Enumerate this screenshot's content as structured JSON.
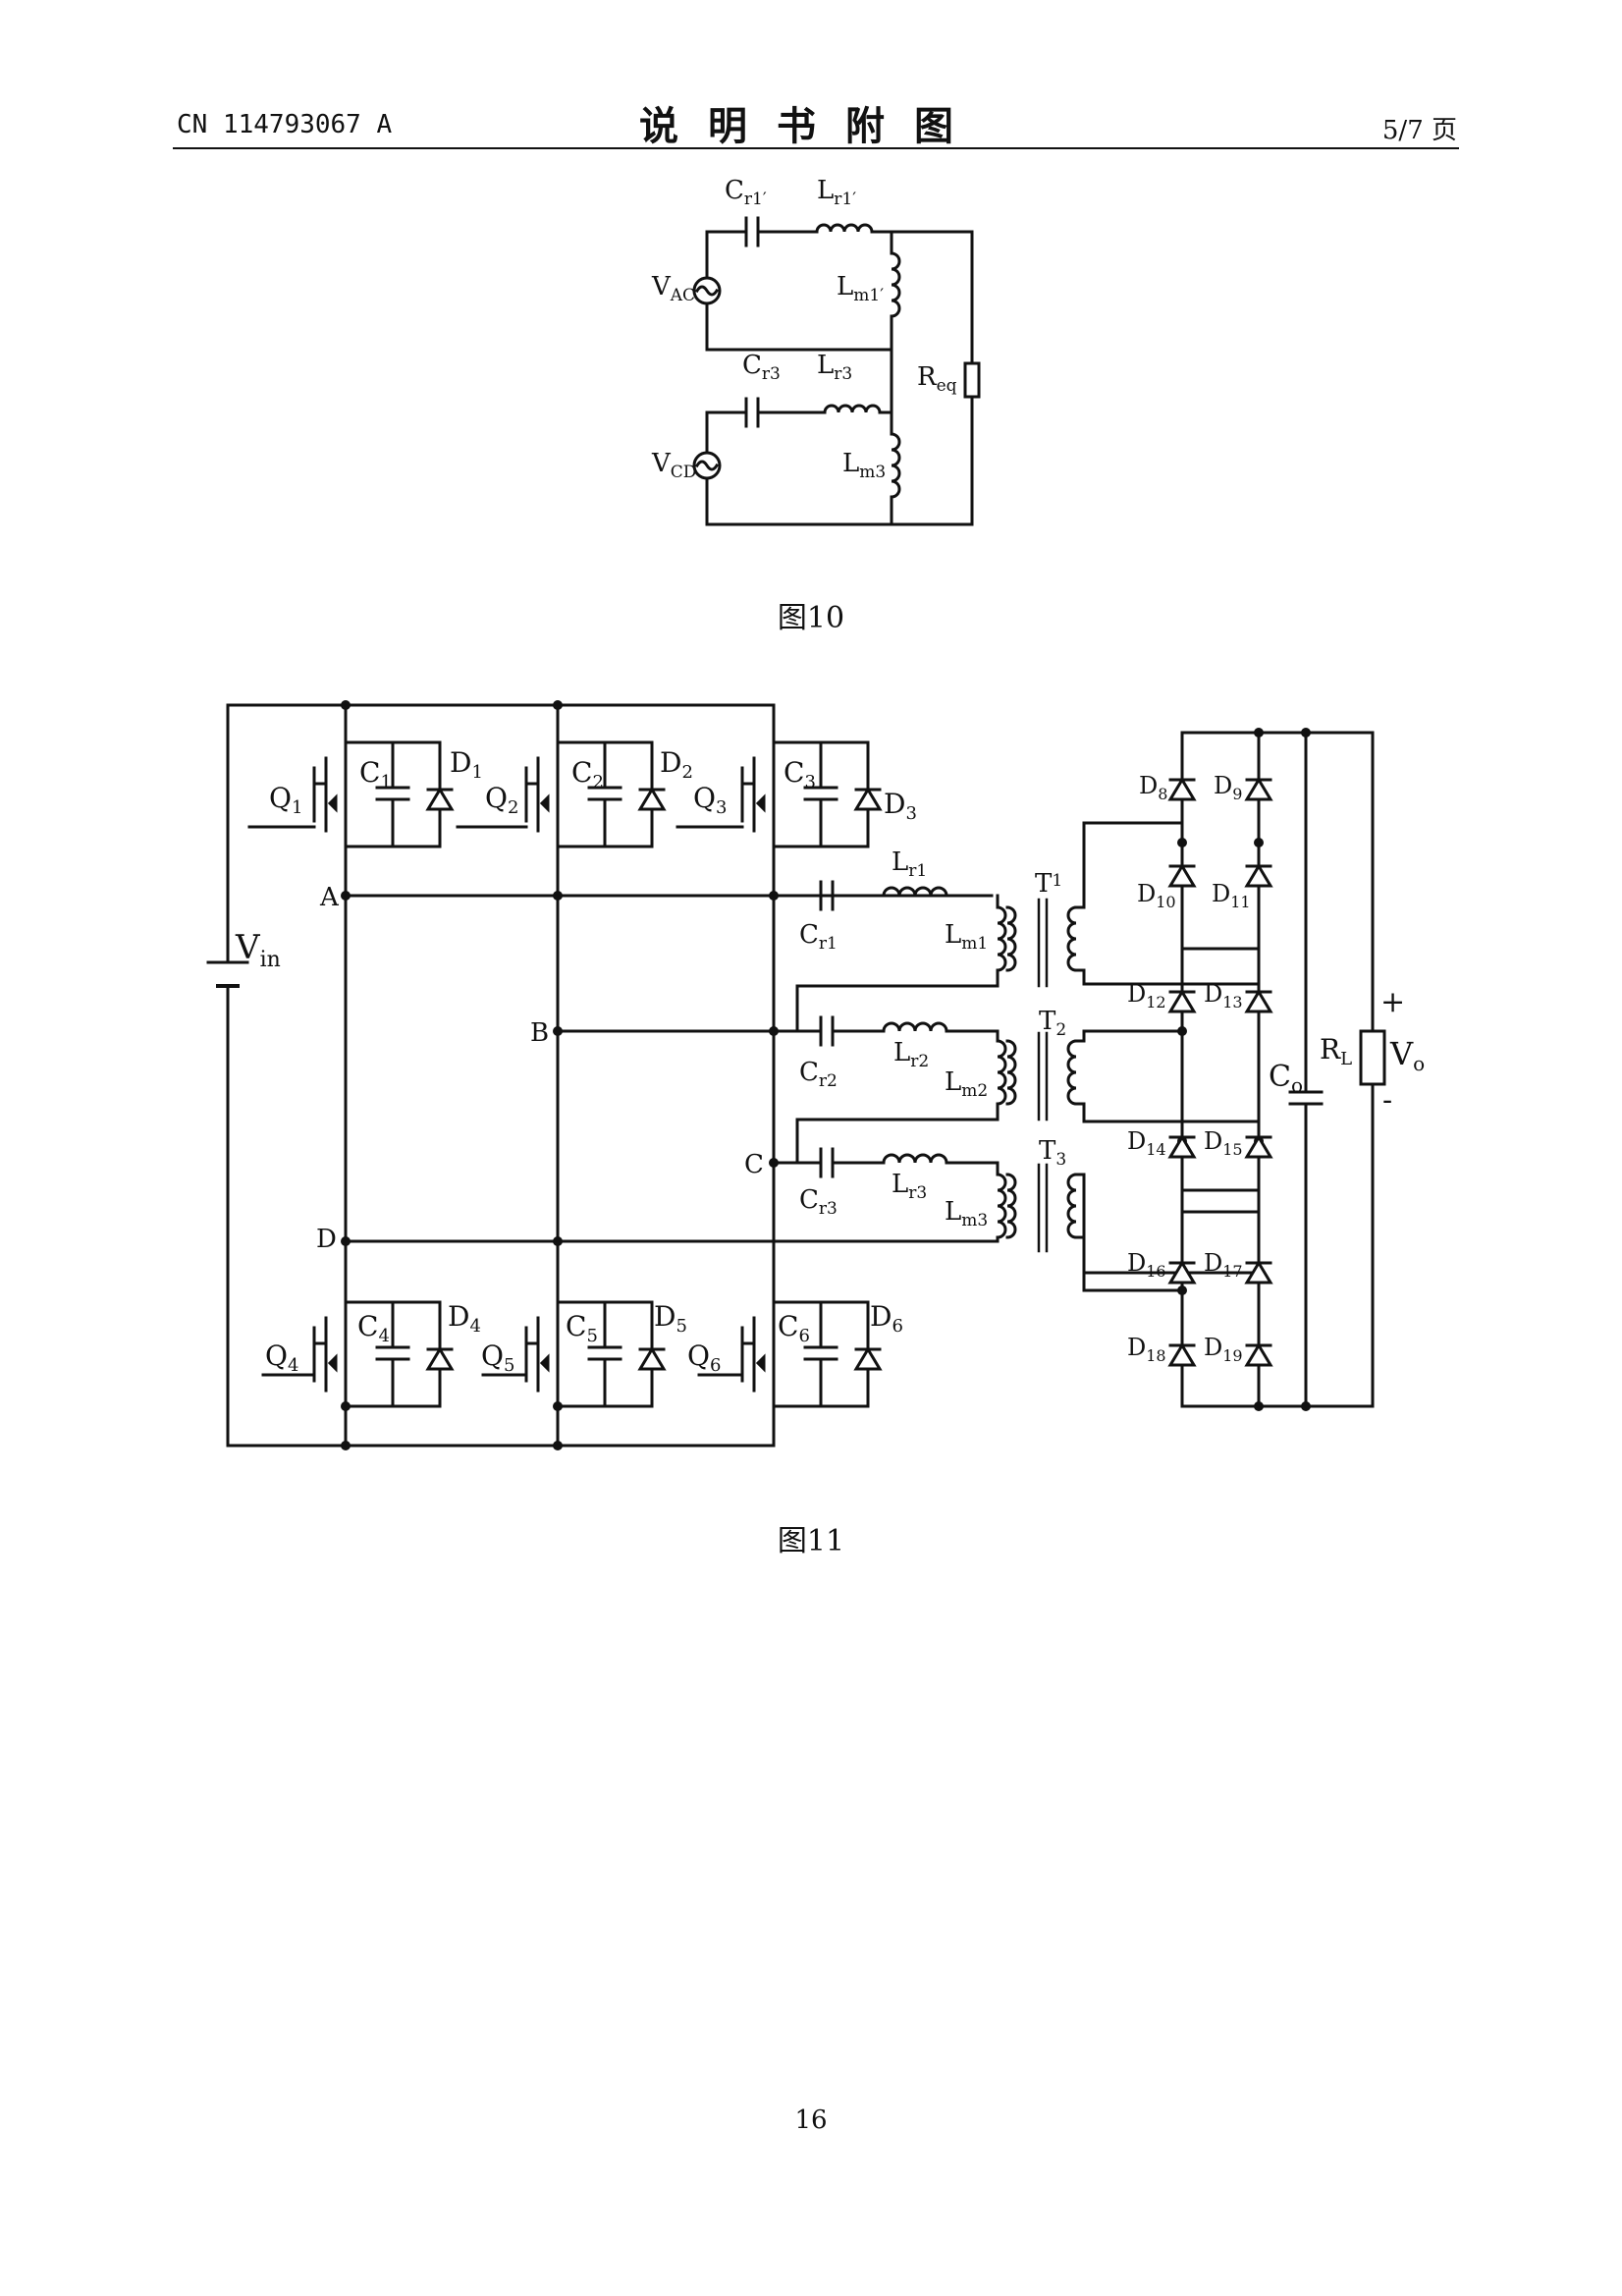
{
  "header": {
    "patent_number": "CN 114793067 A",
    "title": "说明书附图",
    "page_of": "5/7 页"
  },
  "figures": [
    {
      "caption": "图10",
      "labels": {
        "cr1p": "C",
        "cr1p_sub": "r1′",
        "lr1p": "L",
        "lr1p_sub": "r1′",
        "lm1p": "L",
        "lm1p_sub": "m1′",
        "vac": "V",
        "vac_sub": "AC",
        "cr3": "C",
        "cr3_sub": "r3",
        "lr3": "L",
        "lr3_sub": "r3",
        "req": "R",
        "req_sub": "eq",
        "vcd": "V",
        "vcd_sub": "CD",
        "lm3": "L",
        "lm3_sub": "m3"
      }
    },
    {
      "caption": "图11",
      "labels": {
        "q1": "Q",
        "q1_sub": "1",
        "c1": "C",
        "c1_sub": "1",
        "d1": "D",
        "d1_sub": "1",
        "q2": "Q",
        "q2_sub": "2",
        "c2": "C",
        "c2_sub": "2",
        "d2": "D",
        "d2_sub": "2",
        "q3": "Q",
        "q3_sub": "3",
        "c3": "C",
        "c3_sub": "3",
        "d3": "D",
        "d3_sub": "3",
        "q4": "Q",
        "q4_sub": "4",
        "c4": "C",
        "c4_sub": "4",
        "d4": "D",
        "d4_sub": "4",
        "q5": "Q",
        "q5_sub": "5",
        "c5": "C",
        "c5_sub": "5",
        "d5": "D",
        "d5_sub": "5",
        "q6": "Q",
        "q6_sub": "6",
        "c6": "C",
        "c6_sub": "6",
        "d6": "D",
        "d6_sub": "6",
        "vin": "V",
        "vin_sub": "in",
        "node_a": "A",
        "node_b": "B",
        "node_c": "C",
        "node_d": "D",
        "cr1": "C",
        "cr1_sub": "r1",
        "lr1": "L",
        "lr1_sub": "r1",
        "lm1": "L",
        "lm1_sub": "m1",
        "t1": "T",
        "t1_sub": "1",
        "cr2": "C",
        "cr2_sub": "r2",
        "lr2": "L",
        "lr2_sub": "r2",
        "lm2": "L",
        "lm2_sub": "m2",
        "t2": "T",
        "t2_sub": "2",
        "cr3": "C",
        "cr3_sub": "r3",
        "lr3": "L",
        "lr3_sub": "r3",
        "lm3": "L",
        "lm3_sub": "m3",
        "t3": "T",
        "t3_sub": "3",
        "d8": "D",
        "d8_sub": "8",
        "d9": "D",
        "d9_sub": "9",
        "d10": "D",
        "d10_sub": "10",
        "d11": "D",
        "d11_sub": "11",
        "d12": "D",
        "d12_sub": "12",
        "d13": "D",
        "d13_sub": "13",
        "d14": "D",
        "d14_sub": "14",
        "d15": "D",
        "d15_sub": "15",
        "d16": "D",
        "d16_sub": "16",
        "d17": "D",
        "d17_sub": "17",
        "d18": "D",
        "d18_sub": "18",
        "d19": "D",
        "d19_sub": "19",
        "co": "C",
        "co_sub": "o",
        "rl": "R",
        "rl_sub": "L",
        "vo": "V",
        "vo_sub": "o",
        "plus": "+",
        "minus": "-"
      }
    }
  ],
  "footer": {
    "page_number": "16"
  }
}
